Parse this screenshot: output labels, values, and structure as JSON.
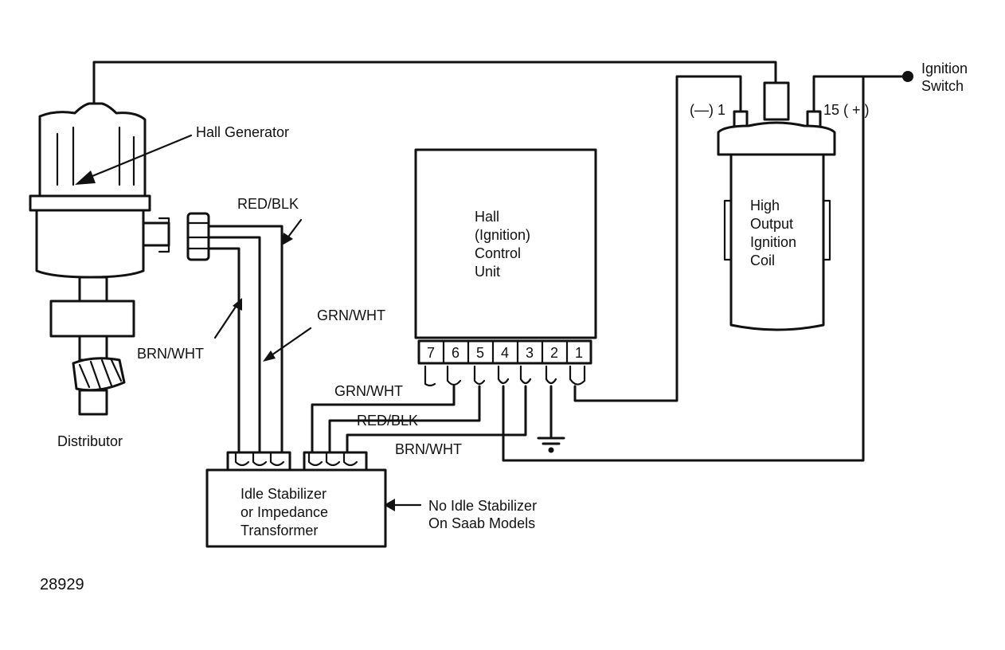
{
  "labels": {
    "ignition_switch_line1": "Ignition",
    "ignition_switch_line2": "Switch",
    "hall_generator": "Hall Generator",
    "coil_neg_terminal": "(—) 1",
    "coil_pos_terminal": "15 ( + )",
    "coil_line1": "High",
    "coil_line2": "Output",
    "coil_line3": "Ignition",
    "coil_line4": "Coil",
    "control_unit_line1": "Hall",
    "control_unit_line2": "(Ignition)",
    "control_unit_line3": "Control",
    "control_unit_line4": "Unit",
    "red_blk_upper": "RED/BLK",
    "grn_wht_upper": "GRN/WHT",
    "brn_wht_left": "BRN/WHT",
    "distributor": "Distributor",
    "grn_wht_lower": "GRN/WHT",
    "red_blk_lower": "RED/BLK",
    "brn_wht_lower": "BRN/WHT",
    "stabilizer_line1": "Idle Stabilizer",
    "stabilizer_line2": "or Impedance",
    "stabilizer_line3": "Transformer",
    "note_line1": "No Idle Stabilizer",
    "note_line2": "On Saab Models",
    "figure_number": "28929"
  },
  "terminals": [
    "7",
    "6",
    "5",
    "4",
    "3",
    "2",
    "1"
  ]
}
